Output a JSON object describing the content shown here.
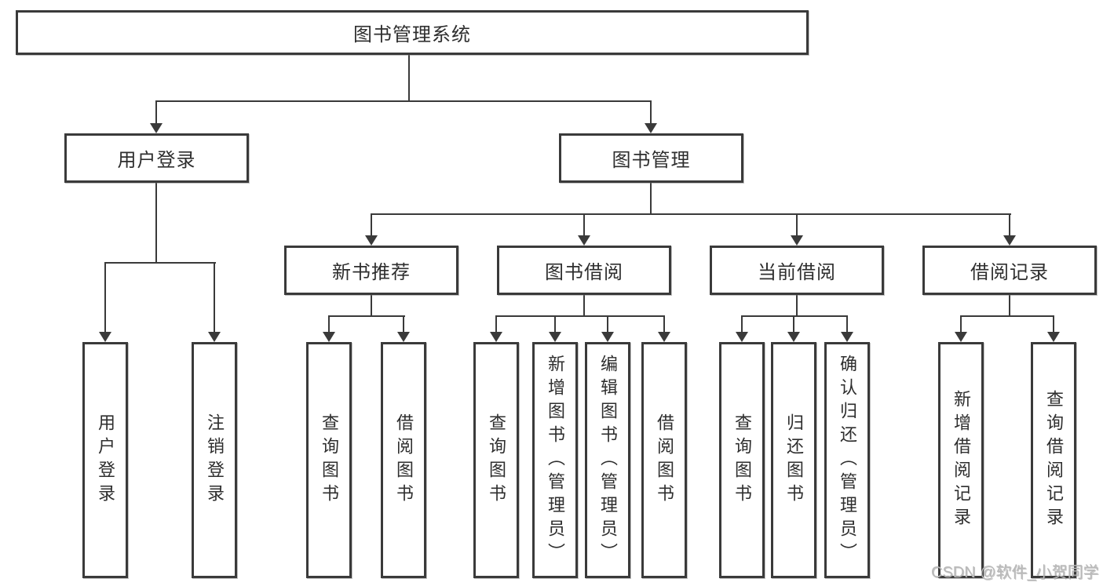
{
  "diagram": {
    "root": "图书管理系统",
    "level2": [
      "用户登录",
      "图书管理"
    ],
    "level3": [
      "新书推荐",
      "图书借阅",
      "当前借阅",
      "借阅记录"
    ],
    "leaves": {
      "user_login": [
        "用户登录",
        "注销登录"
      ],
      "new_book_recommend": [
        "查询图书",
        "借阅图书"
      ],
      "book_borrow": [
        "查询图书",
        "新增图书（管理员）",
        "编辑图书（管理员）",
        "借阅图书"
      ],
      "current_borrow": [
        "查询图书",
        "归还图书",
        "确认归还（管理员）"
      ],
      "borrow_record": [
        "新增借阅记录",
        "查询借阅记录"
      ]
    }
  },
  "watermark": "CSDN @软件_小贺同学",
  "colors": {
    "line": "#3a3a3a",
    "text": "#2e2e2e",
    "background": "#ffffff",
    "watermark": "#b9b9b9"
  }
}
